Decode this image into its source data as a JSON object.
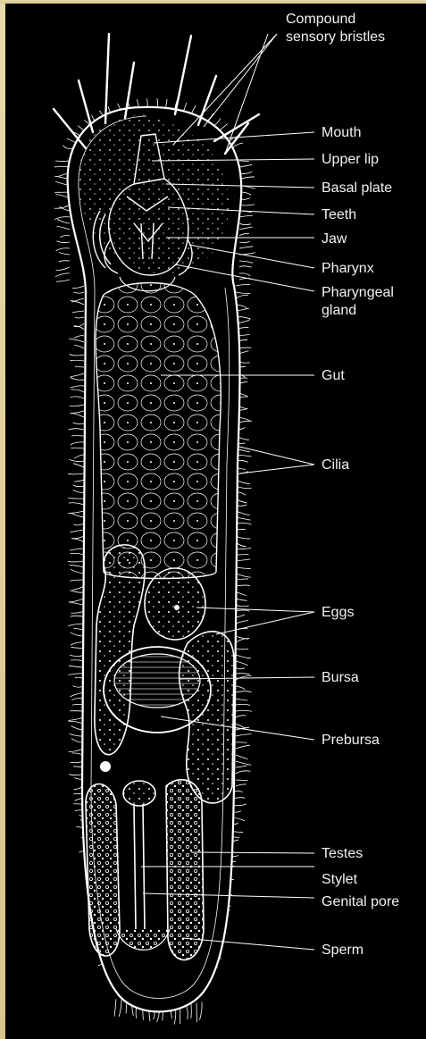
{
  "labels": {
    "compound_bristles_line1": "Compound",
    "compound_bristles_line2": "sensory bristles",
    "mouth": "Mouth",
    "upper_lip": "Upper lip",
    "basal_plate": "Basal plate",
    "teeth": "Teeth",
    "jaw": "Jaw",
    "pharynx": "Pharynx",
    "pharyngeal_gland_line1": "Pharyngeal",
    "pharyngeal_gland_line2": "gland",
    "gut": "Gut",
    "cilia": "Cilia",
    "eggs": "Eggs",
    "bursa": "Bursa",
    "prebursa": "Prebursa",
    "testes": "Testes",
    "stylet": "Stylet",
    "genital_pore": "Genital pore",
    "sperm": "Sperm"
  },
  "colors": {
    "background": "#000000",
    "ink": "#ffffff",
    "border": "#e3d29e"
  }
}
